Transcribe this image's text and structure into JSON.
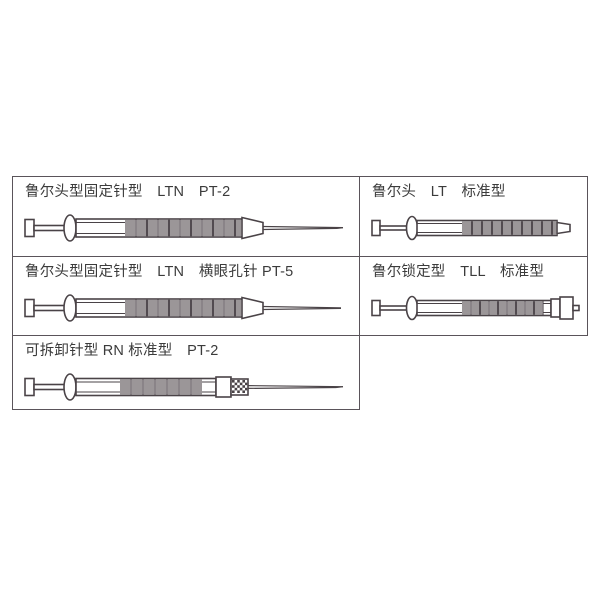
{
  "page": {
    "background_color": "#ffffff",
    "line_color": "#4a4347",
    "border_color": "#5a545a",
    "text_color": "#3b3b3b"
  },
  "catalog": {
    "name": "syringe-needle-type-chart",
    "columns": 2,
    "rows": 3,
    "cells": [
      {
        "id": "ltn-pt2",
        "row": 1,
        "col": 1,
        "label": "鲁尔头型固定针型　LTN　PT-2",
        "label_parts": {
          "type_cn": "鲁尔头型固定针型",
          "code": "LTN",
          "point": "PT-2"
        },
        "drawing": {
          "name": "syringe-ltn-pt2",
          "tip_style": "fixed-needle-cone",
          "needle": true,
          "needle_bevel": "PT-2",
          "graduation_segments": 10
        }
      },
      {
        "id": "lt-standard",
        "row": 1,
        "col": 2,
        "label": "鲁尔头　LT　标准型",
        "label_parts": {
          "type_cn": "鲁尔头",
          "code": "LT",
          "point": "标准型"
        },
        "drawing": {
          "name": "syringe-lt-standard",
          "tip_style": "luer-slip-cone",
          "needle": false,
          "needle_bevel": "",
          "graduation_segments": 9
        }
      },
      {
        "id": "ltn-pt5",
        "row": 2,
        "col": 1,
        "label": "鲁尔头型固定针型　LTN　横眼孔针 PT-5",
        "label_parts": {
          "type_cn": "鲁尔头型固定针型",
          "code": "LTN",
          "point": "横眼孔针 PT-5"
        },
        "drawing": {
          "name": "syringe-ltn-pt5",
          "tip_style": "fixed-needle-cone",
          "needle": true,
          "needle_bevel": "PT-5",
          "graduation_segments": 10
        }
      },
      {
        "id": "tll-standard",
        "row": 2,
        "col": 2,
        "label": "鲁尔锁定型　TLL　标准型",
        "label_parts": {
          "type_cn": "鲁尔锁定型",
          "code": "TLL",
          "point": "标准型"
        },
        "drawing": {
          "name": "syringe-tll-standard",
          "tip_style": "luer-lock-hub",
          "needle": false,
          "needle_bevel": "",
          "graduation_segments": 9
        }
      },
      {
        "id": "rn-pt2",
        "row": 3,
        "col": 1,
        "label": "可拆卸针型 RN 标准型　PT-2",
        "label_parts": {
          "type_cn": "可拆卸针型",
          "code": "RN",
          "point": "标准型　PT-2"
        },
        "drawing": {
          "name": "syringe-rn-pt2",
          "tip_style": "removable-needle-knurled-nut",
          "needle": true,
          "needle_bevel": "PT-2",
          "graduation_segments": 7
        }
      }
    ]
  }
}
